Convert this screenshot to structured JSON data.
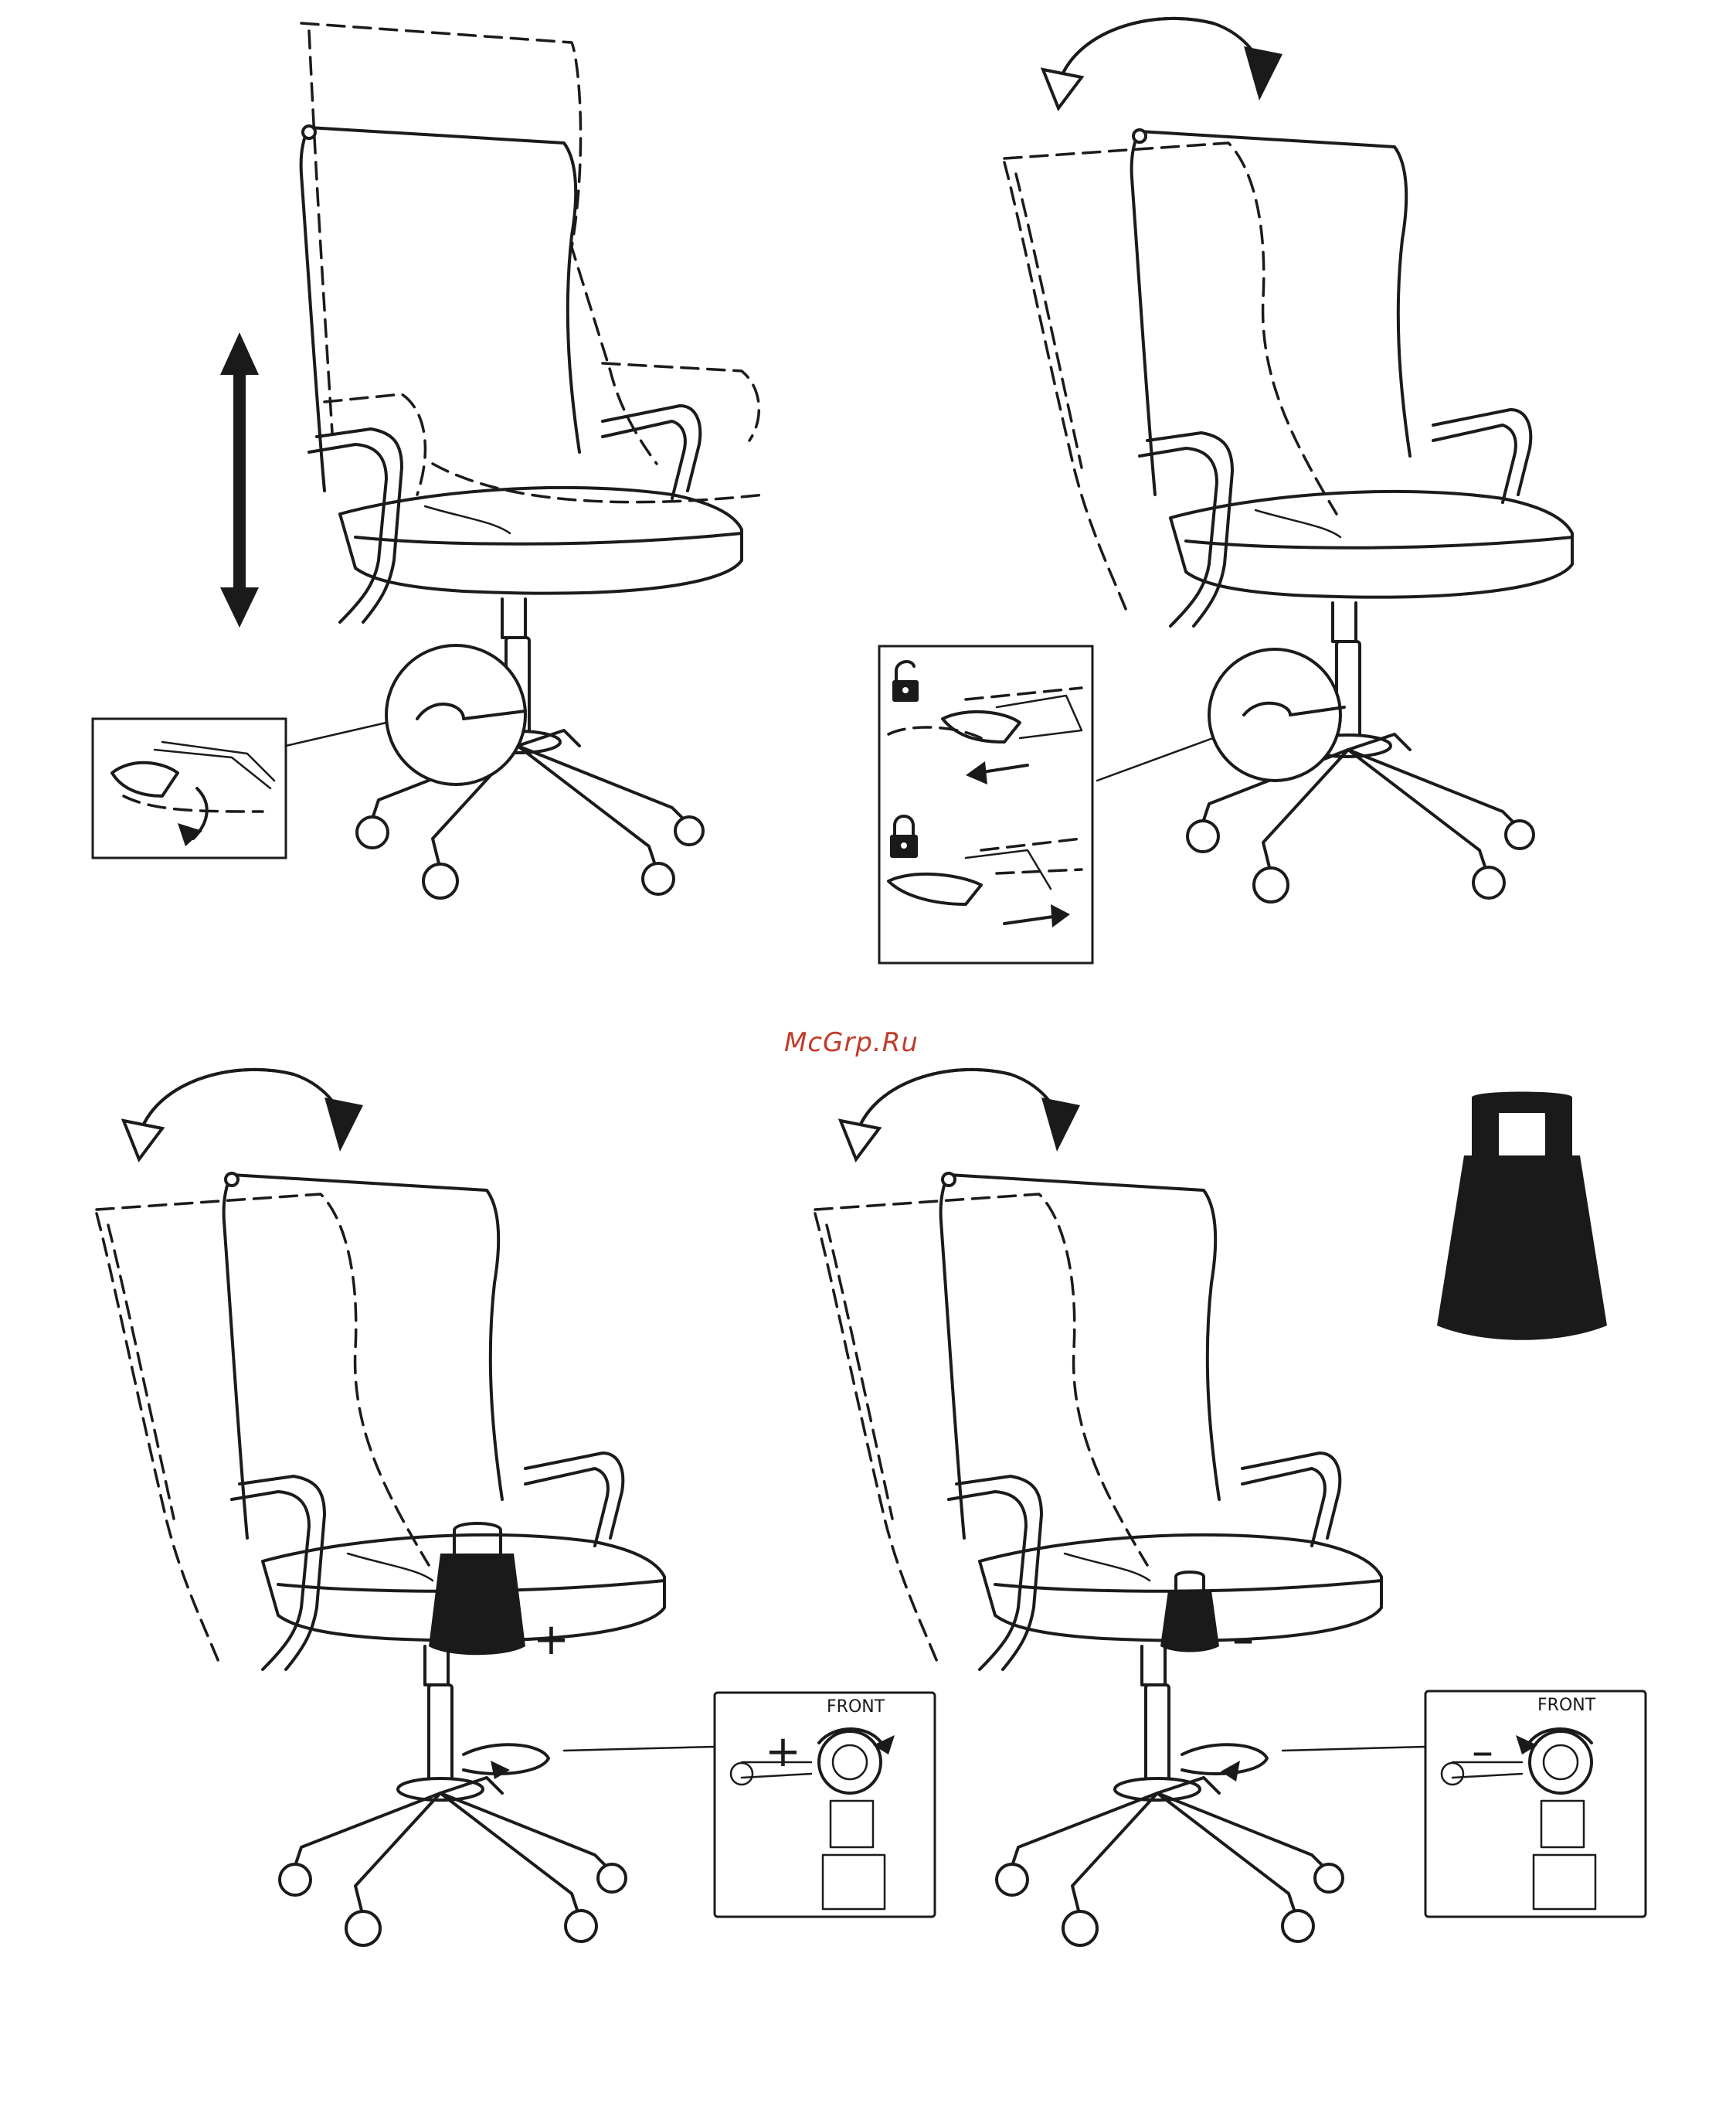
{
  "watermark": "McGrp.Ru",
  "panels": [
    {
      "id": "height-adjustment",
      "icon": "up-down-arrow-icon"
    },
    {
      "id": "tilt-lock",
      "icons": [
        "unlock-icon",
        "lock-icon"
      ]
    },
    {
      "id": "tension-increase",
      "sign": "+",
      "inset_label": "FRONT",
      "inset_sign": "+"
    },
    {
      "id": "tension-decrease",
      "sign": "–",
      "inset_label": "FRONT",
      "inset_sign": "–"
    }
  ],
  "weight_icon": "weight-icon",
  "colors": {
    "line": "#1b1b1b",
    "watermark": "#c23b2a",
    "background": "#ffffff"
  }
}
